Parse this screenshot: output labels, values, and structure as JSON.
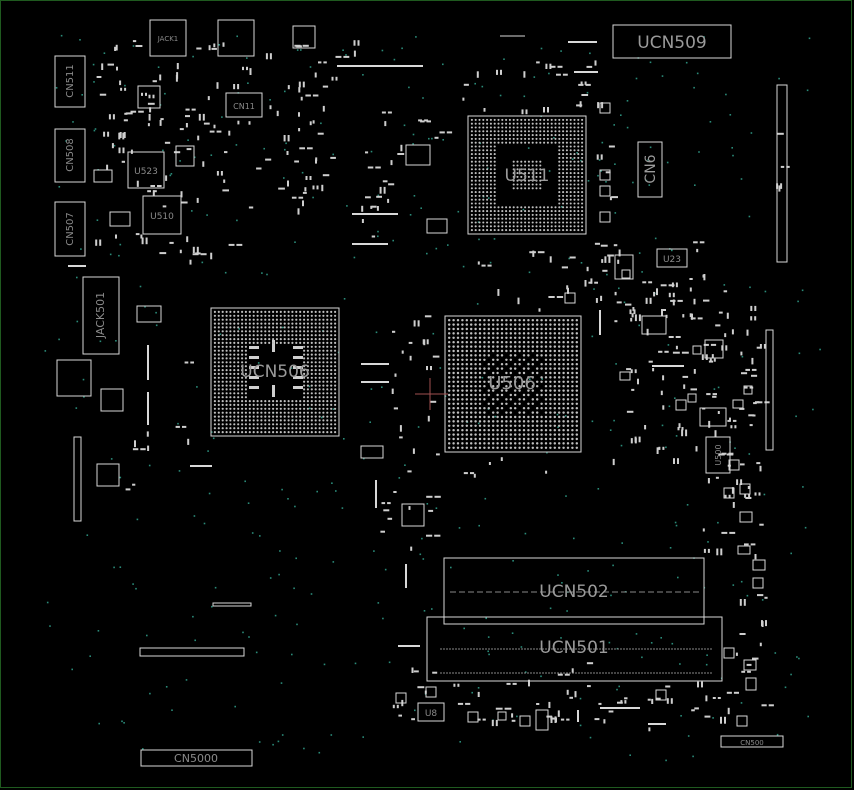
{
  "view": {
    "background": "#000000",
    "silkscreen_color": "#d8d8d8",
    "label_color": "#9a9a9a",
    "via_color": "#2a8a78",
    "frame_color": "#1f5a1f"
  },
  "labels": {
    "ucn509": "UCN509",
    "cn511": "CN511",
    "cn508": "CN508",
    "cn507": "CN507",
    "jack501": "JACK501",
    "u511": "U511",
    "cn6": "CN6",
    "ucn506": "UCN506",
    "u506": "U506",
    "ucn502": "UCN502",
    "ucn501": "UCN501",
    "cn5000": "CN5000",
    "u523": "U523",
    "u510": "U510",
    "cn11": "CN11",
    "u23": "U23",
    "u8": "U8",
    "jack1": "JACK1",
    "u500": "U500",
    "cn500": "CN500"
  }
}
